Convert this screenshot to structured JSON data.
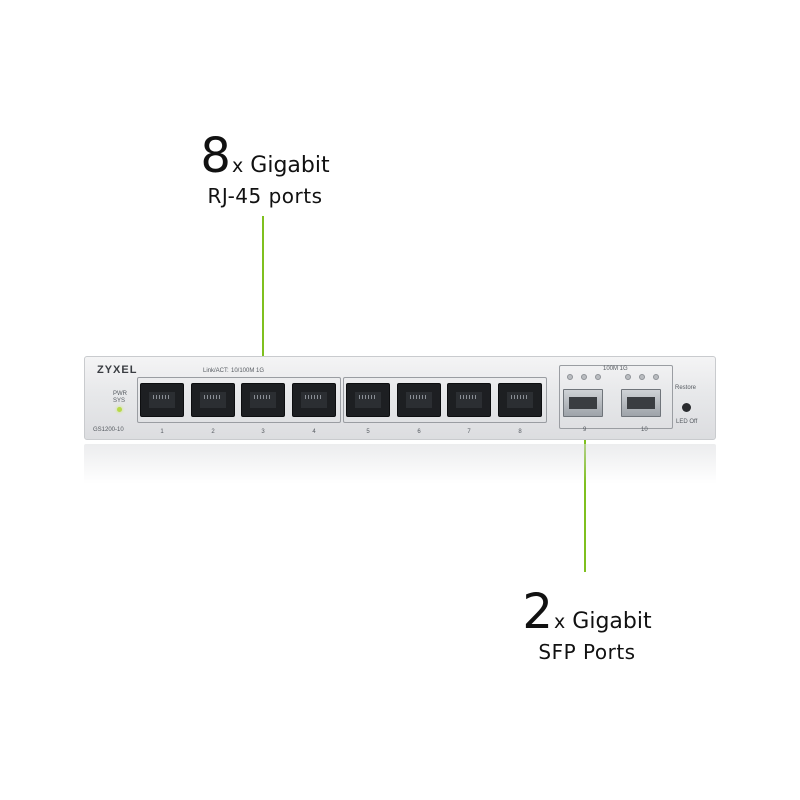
{
  "callouts": {
    "rj45": {
      "count": "8",
      "x": "x",
      "word": "Gigabit",
      "subtitle": "RJ-45 ports"
    },
    "sfp": {
      "count": "2",
      "x": "x",
      "word": "Gigabit",
      "subtitle": "SFP Ports"
    }
  },
  "device": {
    "brand": "ZYXEL",
    "model": "GS1200-10",
    "led_labels": {
      "pwr": "PWR",
      "sys": "SYS"
    },
    "link_act_label": "Link/ACT:",
    "speed_labels": {
      "rj45": "10/100M  1G",
      "sfp": "100M  1G"
    },
    "port_numbers": [
      "1",
      "2",
      "3",
      "4",
      "5",
      "6",
      "7",
      "8"
    ],
    "sfp_numbers": [
      "9",
      "10"
    ],
    "restore_label": "Restore",
    "led_off_label": "LED Off"
  },
  "colors": {
    "accent": "#7fc01f",
    "chassis": "#e7e8ea",
    "text": "#111111"
  }
}
